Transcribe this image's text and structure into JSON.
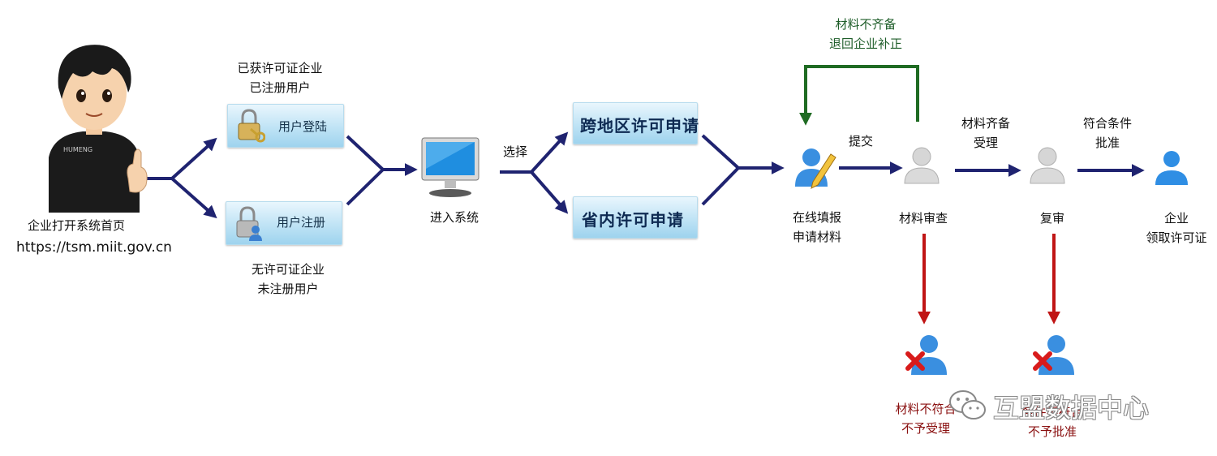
{
  "start": {
    "caption": "企业打开系统首页",
    "url": "https://tsm.miit.gov.cn",
    "shirt_text": "HUMENG"
  },
  "branch_top": {
    "label_lines": [
      "已获许可证企业",
      "已注册用户"
    ],
    "button": "用户登陆"
  },
  "branch_bottom": {
    "label_lines": [
      "无许可证企业",
      "未注册用户"
    ],
    "button": "用户注册"
  },
  "enter_system": "进入系统",
  "choose": "选择",
  "apply_cross_region": "跨地区许可申请",
  "apply_in_province": "省内许可申请",
  "fill_online": [
    "在线填报",
    "申请材料"
  ],
  "submit": "提交",
  "incomplete_return": [
    "材料不齐备",
    "退回企业补正"
  ],
  "material_review": "材料审查",
  "complete_accept": [
    "材料齐备",
    "受理"
  ],
  "re_review": "复审",
  "qualified_approve": [
    "符合条件",
    "批准"
  ],
  "final": [
    "企业",
    "领取许可证"
  ],
  "reject_1": [
    "材料不符合",
    "不予受理"
  ],
  "reject_2": [
    "条件不符合",
    "不予批准"
  ],
  "watermark": "互盟数据中心",
  "colors": {
    "flow_arrow": "#1f2370",
    "return_arrow": "#1f6b23",
    "reject_arrow": "#c01515",
    "button_blue": "#bfe3f5"
  }
}
